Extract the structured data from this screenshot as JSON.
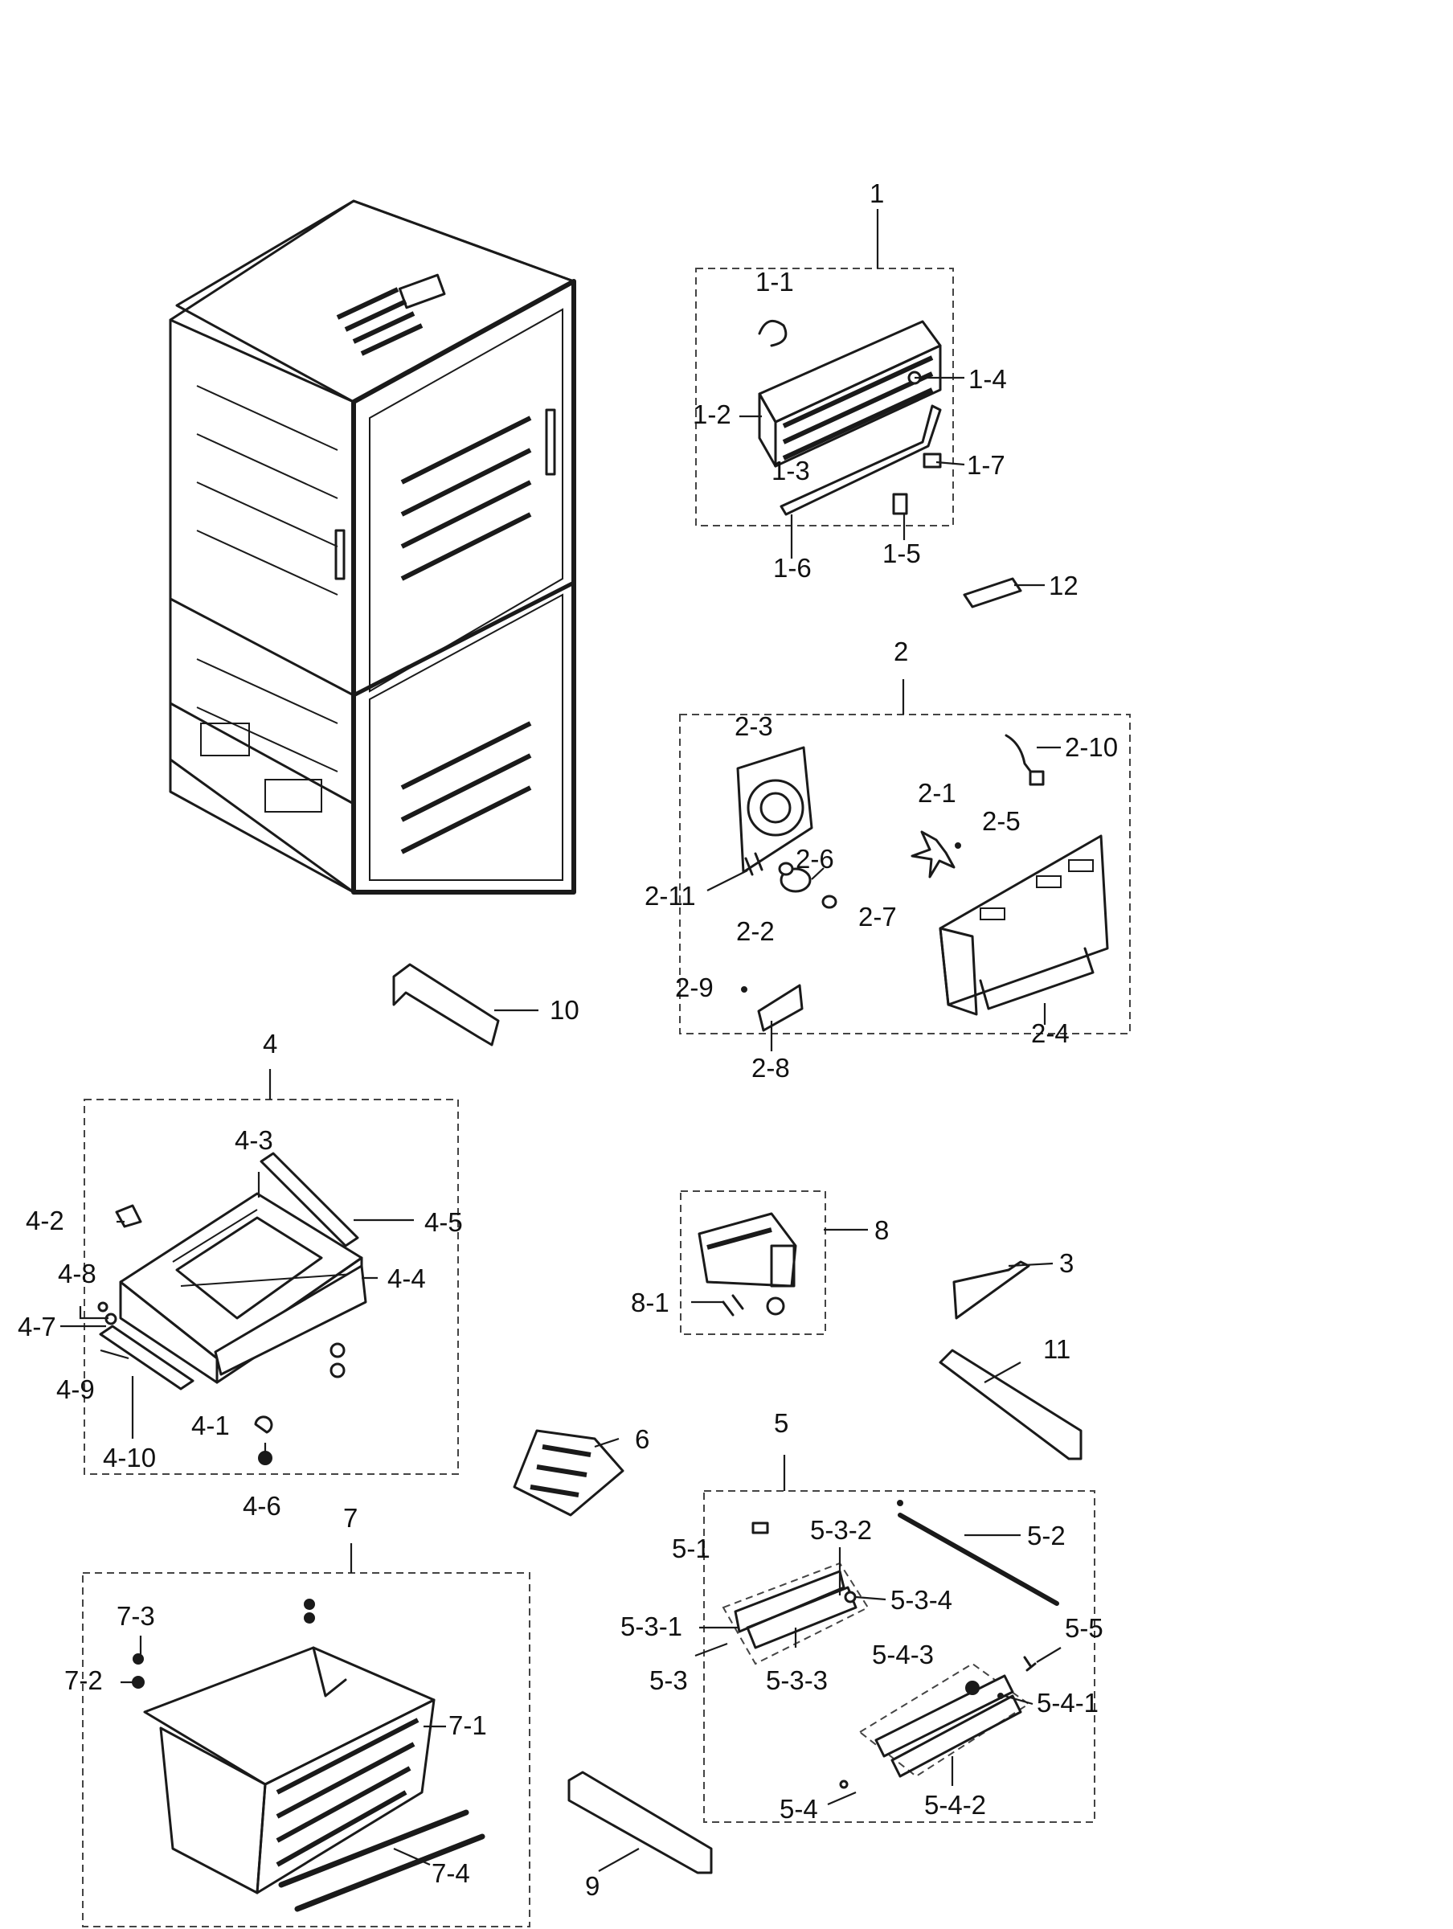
{
  "labels": {
    "l1": "1",
    "l1_1": "1-1",
    "l1_2": "1-2",
    "l1_3": "1-3",
    "l1_4": "1-4",
    "l1_5": "1-5",
    "l1_6": "1-6",
    "l1_7": "1-7",
    "l12": "12",
    "l2": "2",
    "l2_1": "2-1",
    "l2_2": "2-2",
    "l2_3": "2-3",
    "l2_4": "2-4",
    "l2_5": "2-5",
    "l2_6": "2-6",
    "l2_7": "2-7",
    "l2_8": "2-8",
    "l2_9": "2-9",
    "l2_10": "2-10",
    "l2_11": "2-11",
    "l10": "10",
    "l4": "4",
    "l4_1": "4-1",
    "l4_2": "4-2",
    "l4_3": "4-3",
    "l4_4": "4-4",
    "l4_5": "4-5",
    "l4_6": "4-6",
    "l4_7": "4-7",
    "l4_8": "4-8",
    "l4_9": "4-9",
    "l4_10": "4-10",
    "l8": "8",
    "l8_1": "8-1",
    "l3": "3",
    "l11": "11",
    "l6": "6",
    "l5": "5",
    "l5_1": "5-1",
    "l5_2": "5-2",
    "l5_3": "5-3",
    "l5_3_1": "5-3-1",
    "l5_3_2": "5-3-2",
    "l5_3_3": "5-3-3",
    "l5_3_4": "5-3-4",
    "l5_4": "5-4",
    "l5_4_1": "5-4-1",
    "l5_4_2": "5-4-2",
    "l5_4_3": "5-4-3",
    "l5_5": "5-5",
    "l7": "7",
    "l7_1": "7-1",
    "l7_2": "7-2",
    "l7_3": "7-3",
    "l7_4": "7-4",
    "l9": "9"
  }
}
